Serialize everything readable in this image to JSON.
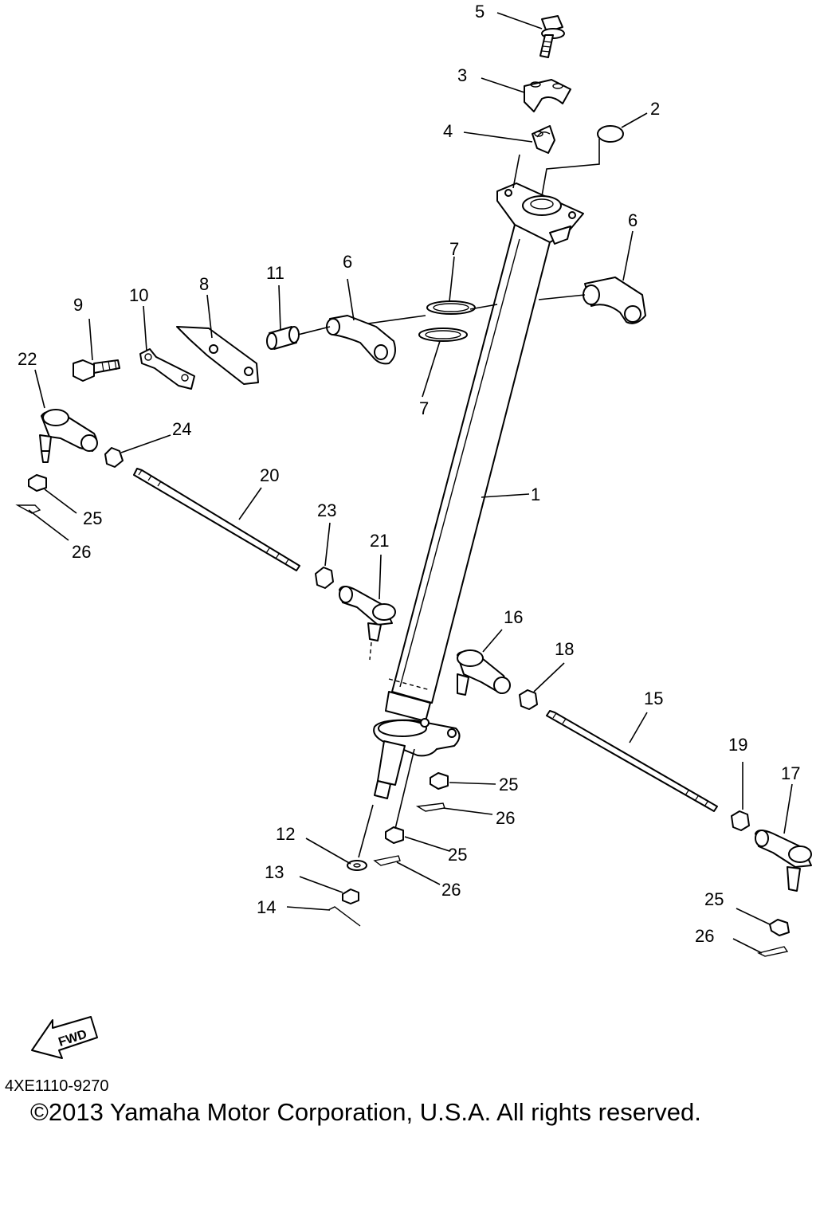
{
  "diagram": {
    "code": "4XE1110-9270",
    "copyright": "©2013 Yamaha Motor Corporation, U.S.A. All rights reserved.",
    "fwd_label": "FWD"
  },
  "callouts": [
    {
      "id": "c5",
      "text": "5"
    },
    {
      "id": "c3",
      "text": "3"
    },
    {
      "id": "c2",
      "text": "2"
    },
    {
      "id": "c4",
      "text": "4"
    },
    {
      "id": "c6a",
      "text": "6"
    },
    {
      "id": "c6b",
      "text": "6"
    },
    {
      "id": "c7a",
      "text": "7"
    },
    {
      "id": "c7b",
      "text": "7"
    },
    {
      "id": "c11",
      "text": "11"
    },
    {
      "id": "c8",
      "text": "8"
    },
    {
      "id": "c10",
      "text": "10"
    },
    {
      "id": "c9",
      "text": "9"
    },
    {
      "id": "c22",
      "text": "22"
    },
    {
      "id": "c24",
      "text": "24"
    },
    {
      "id": "c20",
      "text": "20"
    },
    {
      "id": "c1",
      "text": "1"
    },
    {
      "id": "c25a",
      "text": "25"
    },
    {
      "id": "c26a",
      "text": "26"
    },
    {
      "id": "c23",
      "text": "23"
    },
    {
      "id": "c21",
      "text": "21"
    },
    {
      "id": "c16",
      "text": "16"
    },
    {
      "id": "c18",
      "text": "18"
    },
    {
      "id": "c15",
      "text": "15"
    },
    {
      "id": "c19",
      "text": "19"
    },
    {
      "id": "c17",
      "text": "17"
    },
    {
      "id": "c25b",
      "text": "25"
    },
    {
      "id": "c26b",
      "text": "26"
    },
    {
      "id": "c25c",
      "text": "25"
    },
    {
      "id": "c26c",
      "text": "26"
    },
    {
      "id": "c12",
      "text": "12"
    },
    {
      "id": "c13",
      "text": "13"
    },
    {
      "id": "c14",
      "text": "14"
    },
    {
      "id": "c25d",
      "text": "25"
    },
    {
      "id": "c26d",
      "text": "26"
    }
  ]
}
